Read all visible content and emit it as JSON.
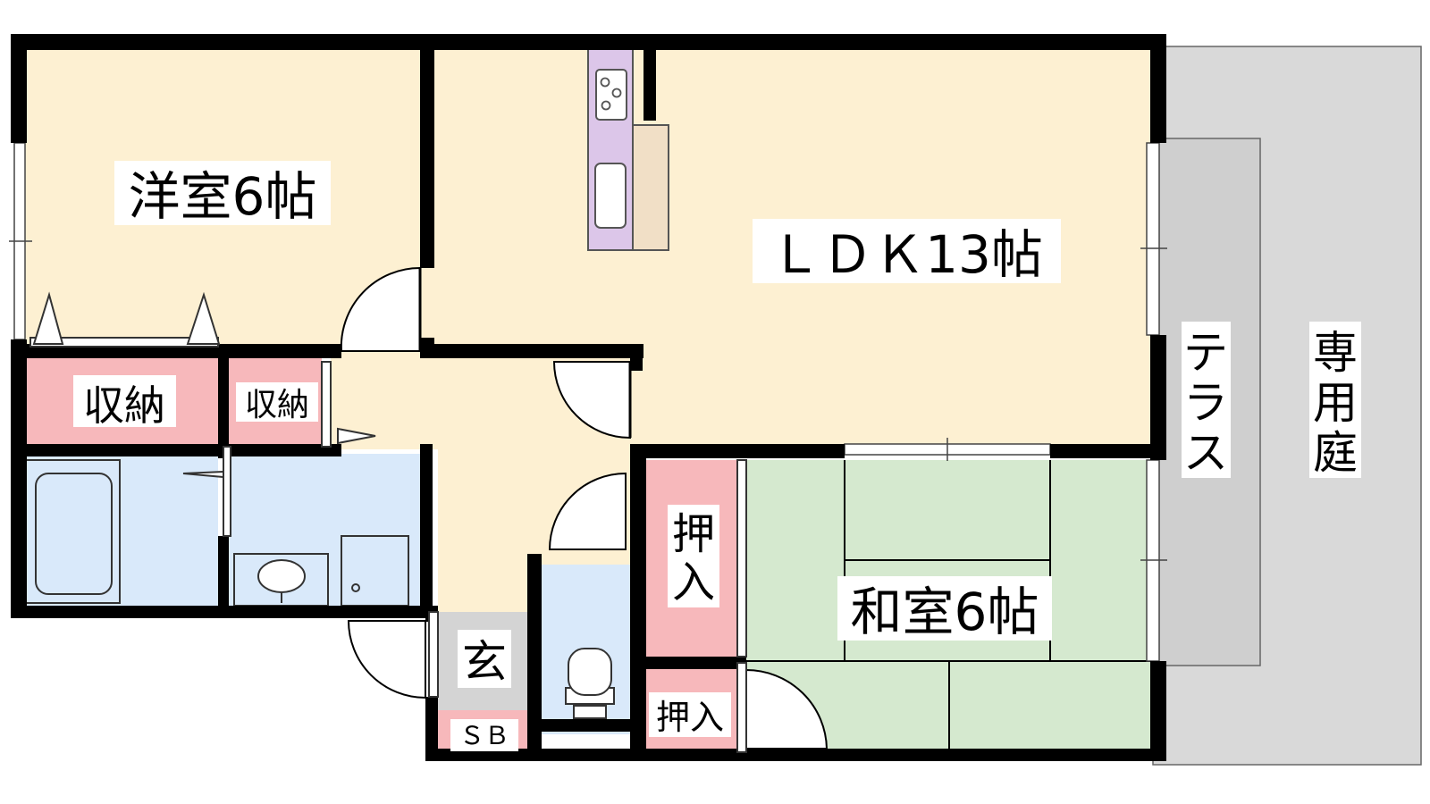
{
  "colors": {
    "wall": "#000000",
    "living": "#fdf0d2",
    "storage": "#f7b8bb",
    "wet": "#d9e9fa",
    "tatami": "#d5e9cf",
    "genkan": "#d4d4d4",
    "kitchen_counter": "#dcc6e9",
    "kitchen_side": "#f1dfc6",
    "terrace": "#cfcfcf",
    "yard": "#d9d9d9"
  },
  "rooms": {
    "western": "洋室6帖",
    "ldk": "ＬＤＫ13帖",
    "japanese": "和室6帖",
    "storage_large": "収納",
    "storage_small": "収納",
    "oshiire_upper": [
      "押",
      "入"
    ],
    "oshiire_lower": "押入",
    "genkan": "玄",
    "shoebox": "ＳＢ",
    "terrace": [
      "テ",
      "ラ",
      "ス"
    ],
    "private_garden": [
      "専",
      "用",
      "庭"
    ]
  }
}
